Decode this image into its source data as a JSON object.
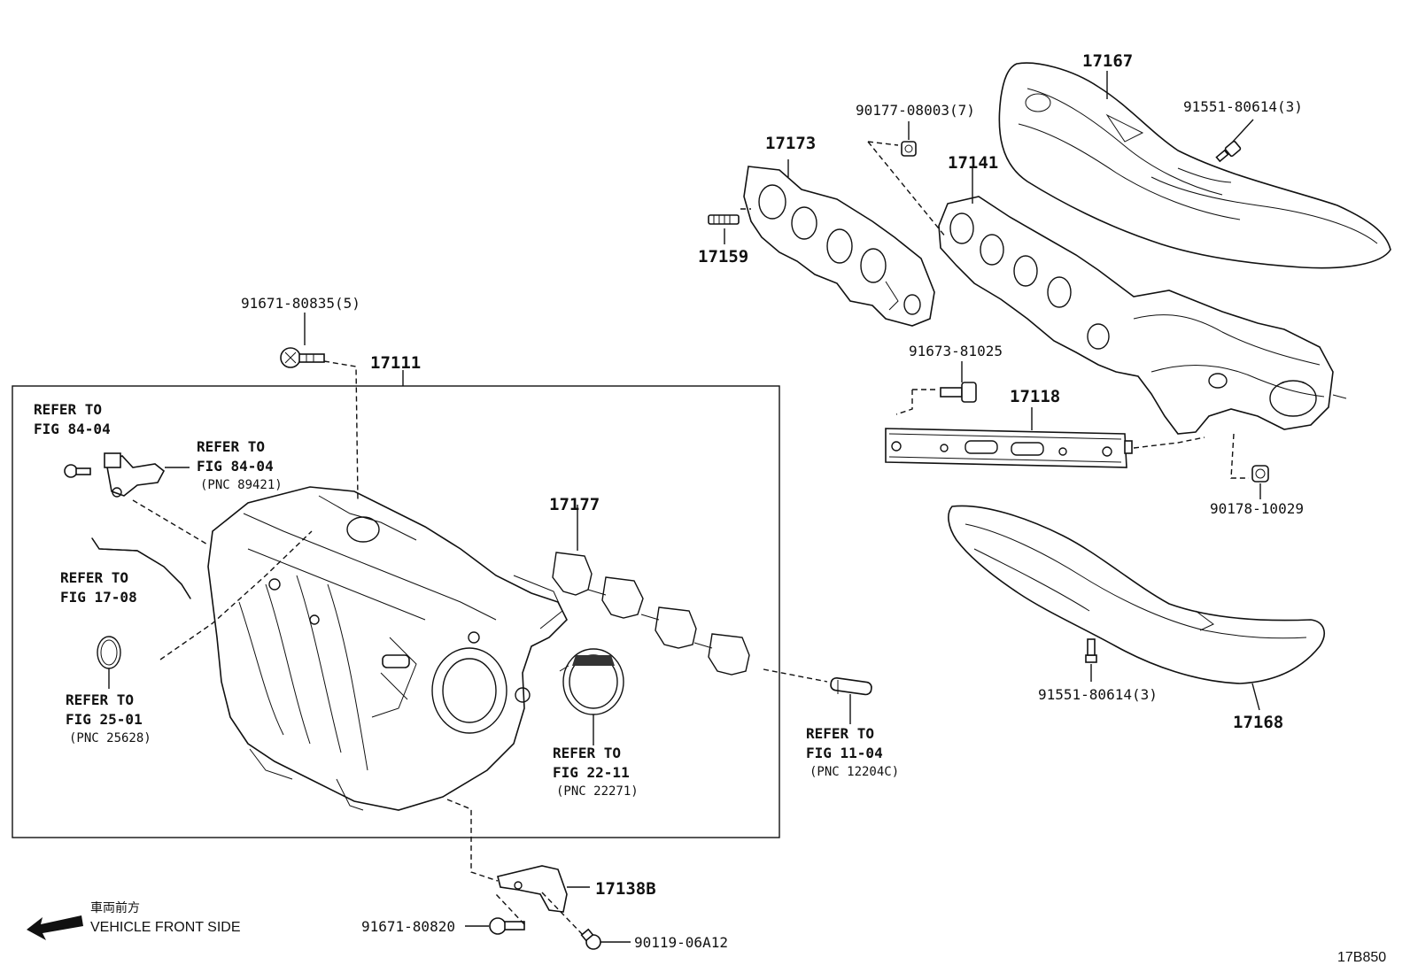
{
  "parts": {
    "p17167": "17167",
    "p17173": "17173",
    "p17141": "17141",
    "p17159": "17159",
    "p17111": "17111",
    "p17118": "17118",
    "p17177": "17177",
    "p17168": "17168",
    "p17138B": "17138B"
  },
  "fasteners": {
    "f90177": "90177-08003(7)",
    "f91551a": "91551-80614(3)",
    "f91671_835": "91671-80835(5)",
    "f91673": "91673-81025",
    "f90178": "90178-10029",
    "f91551b": "91551-80614(3)",
    "f91671_820": "91671-80820",
    "f90119": "90119-06A12"
  },
  "refs": {
    "r8404a": [
      "REFER TO",
      "FIG 84-04"
    ],
    "r8404b": [
      "REFER TO",
      "FIG 84-04",
      "(PNC 89421)"
    ],
    "r1708": [
      "REFER TO",
      "FIG 17-08"
    ],
    "r2501": [
      "REFER TO",
      "FIG 25-01",
      "(PNC 25628)"
    ],
    "r2211": [
      "REFER TO",
      "FIG 22-11",
      "(PNC 22271)"
    ],
    "r1104": [
      "REFER TO",
      "FIG 11-04",
      "(PNC 12204C)"
    ]
  },
  "direction": {
    "jp": "車両前方",
    "en": "VEHICLE FRONT SIDE"
  },
  "figure_id": "17B850"
}
